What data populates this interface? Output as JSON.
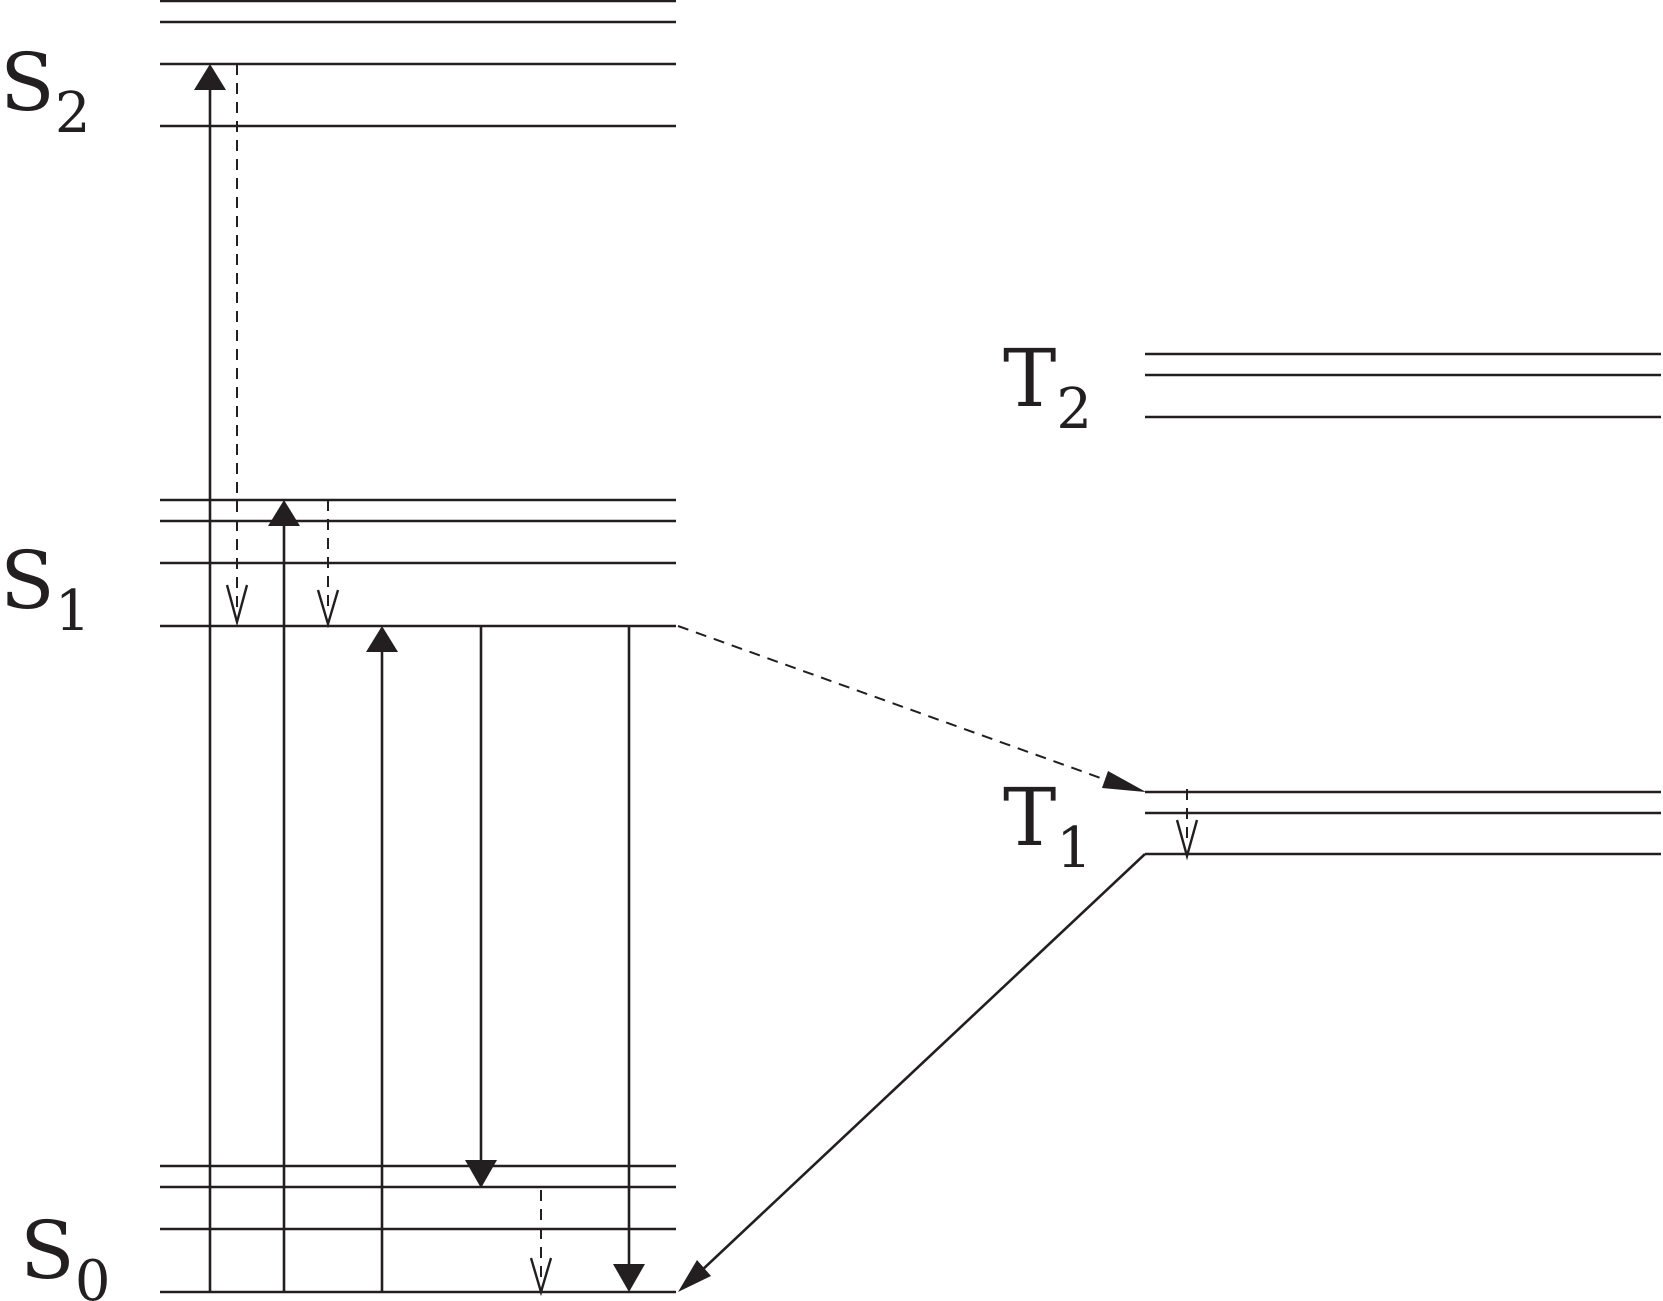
{
  "states": [
    {
      "id": "S2",
      "letter": "S",
      "sub": "2"
    },
    {
      "id": "S1",
      "letter": "S",
      "sub": "1"
    },
    {
      "id": "S0",
      "letter": "S",
      "sub": "0"
    },
    {
      "id": "T2",
      "letter": "T",
      "sub": "2"
    },
    {
      "id": "T1",
      "letter": "T",
      "sub": "1"
    }
  ],
  "colors": {
    "ink": "#231f20",
    "background": "#ffffff"
  }
}
